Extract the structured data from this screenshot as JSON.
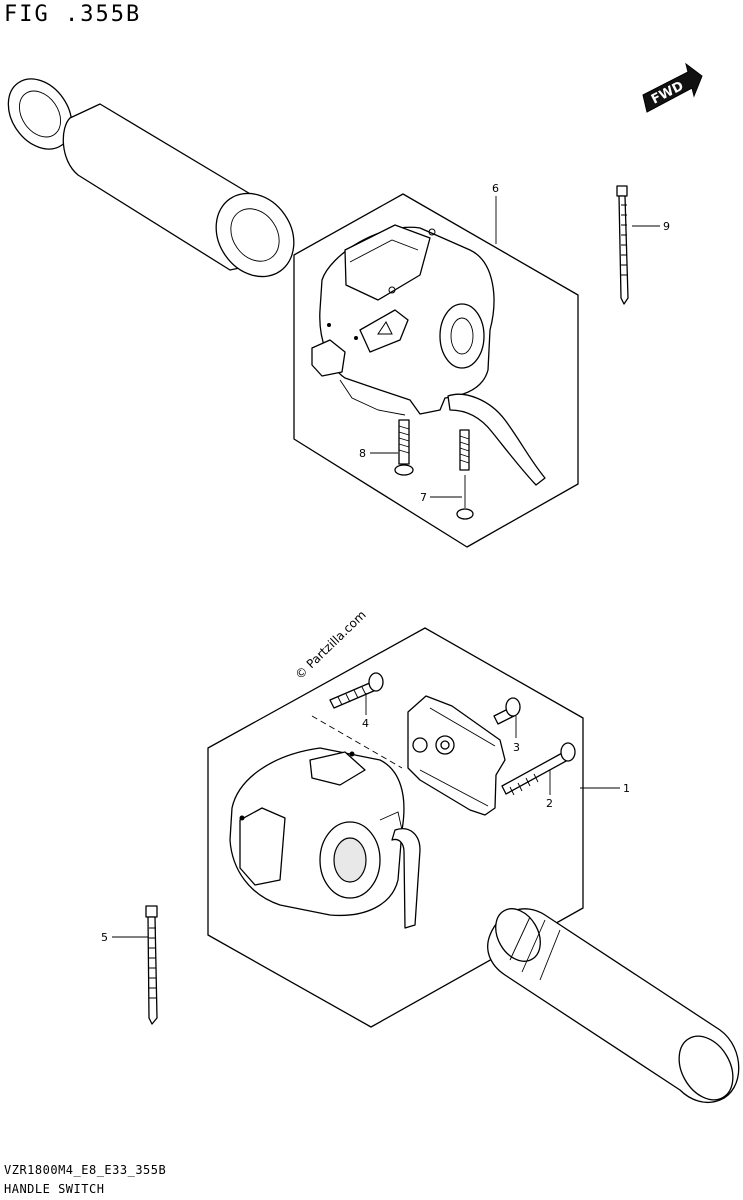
{
  "figure": {
    "title": "FIG .355B",
    "code": "VZR1800M4_E8_E33_355B",
    "name": "HANDLE SWITCH"
  },
  "watermark": "© Partzilla.com",
  "direction_badge": "FWD",
  "callouts": [
    {
      "id": "1",
      "label": "1"
    },
    {
      "id": "2",
      "label": "2"
    },
    {
      "id": "3",
      "label": "3"
    },
    {
      "id": "4",
      "label": "4"
    },
    {
      "id": "5",
      "label": "5"
    },
    {
      "id": "6",
      "label": "6"
    },
    {
      "id": "7",
      "label": "7"
    },
    {
      "id": "8",
      "label": "8"
    },
    {
      "id": "9",
      "label": "9"
    }
  ]
}
